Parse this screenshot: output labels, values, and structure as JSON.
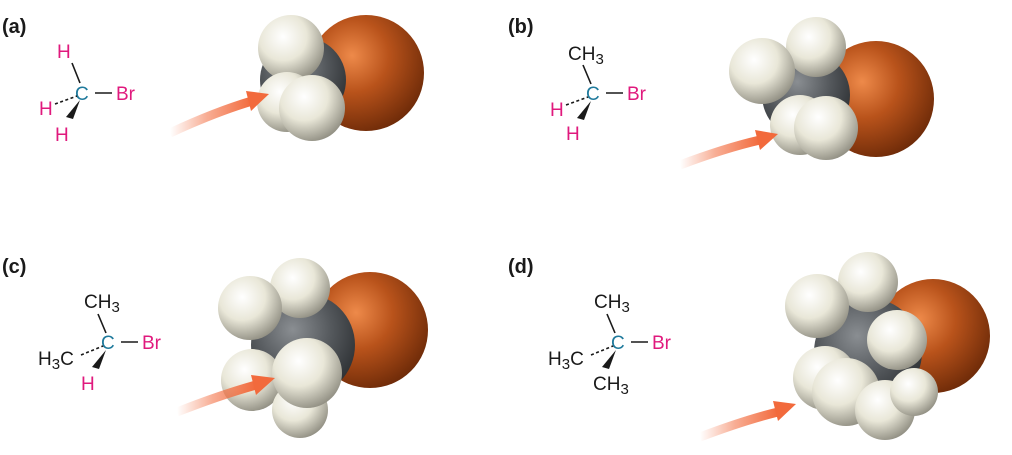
{
  "colors": {
    "carbon_text": "#1f7a9c",
    "hydrogen_text": "#e0197d",
    "bromine_text": "#e0197d",
    "bond": "#1a1a1a",
    "methyl_text": "#1a1a1a",
    "arrow": "#f26a3c",
    "bromine_sphere": "#b5521c",
    "carbon_sphere": "#4f5357",
    "hydrogen_sphere": "#e8e6d8"
  },
  "panels": [
    {
      "label": "(a)",
      "center": "C",
      "right": "Br",
      "top": "H",
      "left": "H",
      "bottom": "H",
      "top_is_methyl": false,
      "left_is_methyl": false,
      "bottom_is_methyl": false
    },
    {
      "label": "(b)",
      "center": "C",
      "right": "Br",
      "top": "CH3",
      "left": "H",
      "bottom": "H",
      "top_is_methyl": true,
      "left_is_methyl": false,
      "bottom_is_methyl": false
    },
    {
      "label": "(c)",
      "center": "C",
      "right": "Br",
      "top": "CH3",
      "left": "H3C",
      "bottom": "H",
      "top_is_methyl": true,
      "left_is_methyl": true,
      "bottom_is_methyl": false
    },
    {
      "label": "(d)",
      "center": "C",
      "right": "Br",
      "top": "CH3",
      "left": "H3C",
      "bottom": "CH3",
      "top_is_methyl": true,
      "left_is_methyl": true,
      "bottom_is_methyl": true
    }
  ]
}
